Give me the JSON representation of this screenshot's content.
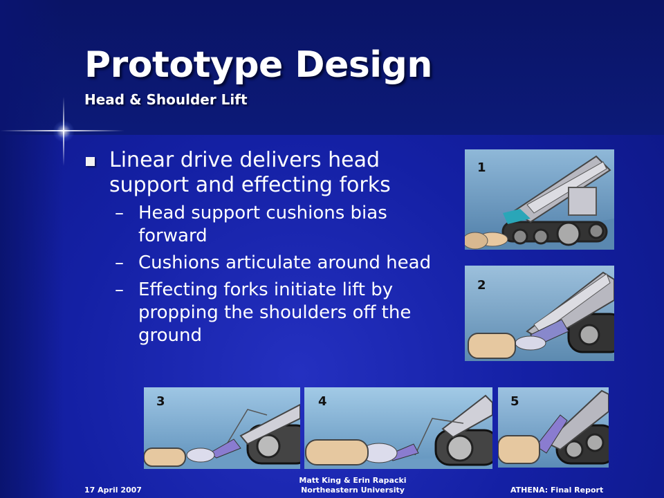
{
  "slide": {
    "title": "Prototype Design",
    "subtitle": "Head & Shoulder Lift"
  },
  "bullets": {
    "main": "Linear drive delivers head support and effecting forks",
    "sub": [
      "Head support cushions bias forward",
      "Cushions articulate around head",
      "Effecting forks initiate lift by propping the shoulders off the ground"
    ],
    "dash": "–"
  },
  "images": [
    {
      "label": "1"
    },
    {
      "label": "2"
    },
    {
      "label": "3"
    },
    {
      "label": "4"
    },
    {
      "label": "5"
    }
  ],
  "footer": {
    "date": "17 April 2007",
    "authors_line1": "Matt King & Erin Rapacki",
    "authors_line2": "Northeastern University",
    "report": "ATHENA: Final Report"
  }
}
